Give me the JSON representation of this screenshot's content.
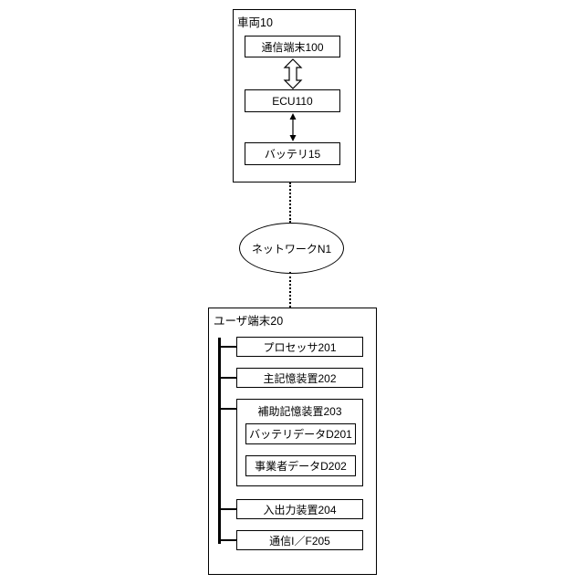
{
  "vehicle": {
    "label": "車両10",
    "comm_terminal": "通信端末100",
    "ecu": "ECU110",
    "battery": "バッテリ15"
  },
  "network": {
    "label": "ネットワークN1"
  },
  "user_terminal": {
    "label": "ユーザ端末20",
    "processor": "プロセッサ201",
    "main_storage": "主記憶装置202",
    "aux_storage": {
      "label": "補助記憶装置203",
      "battery_data": "バッテリデータD201",
      "operator_data": "事業者データD202"
    },
    "io_device": "入出力装置204",
    "comm_if": "通信I／F205"
  },
  "colors": {
    "line": "#000000",
    "background": "#ffffff"
  }
}
